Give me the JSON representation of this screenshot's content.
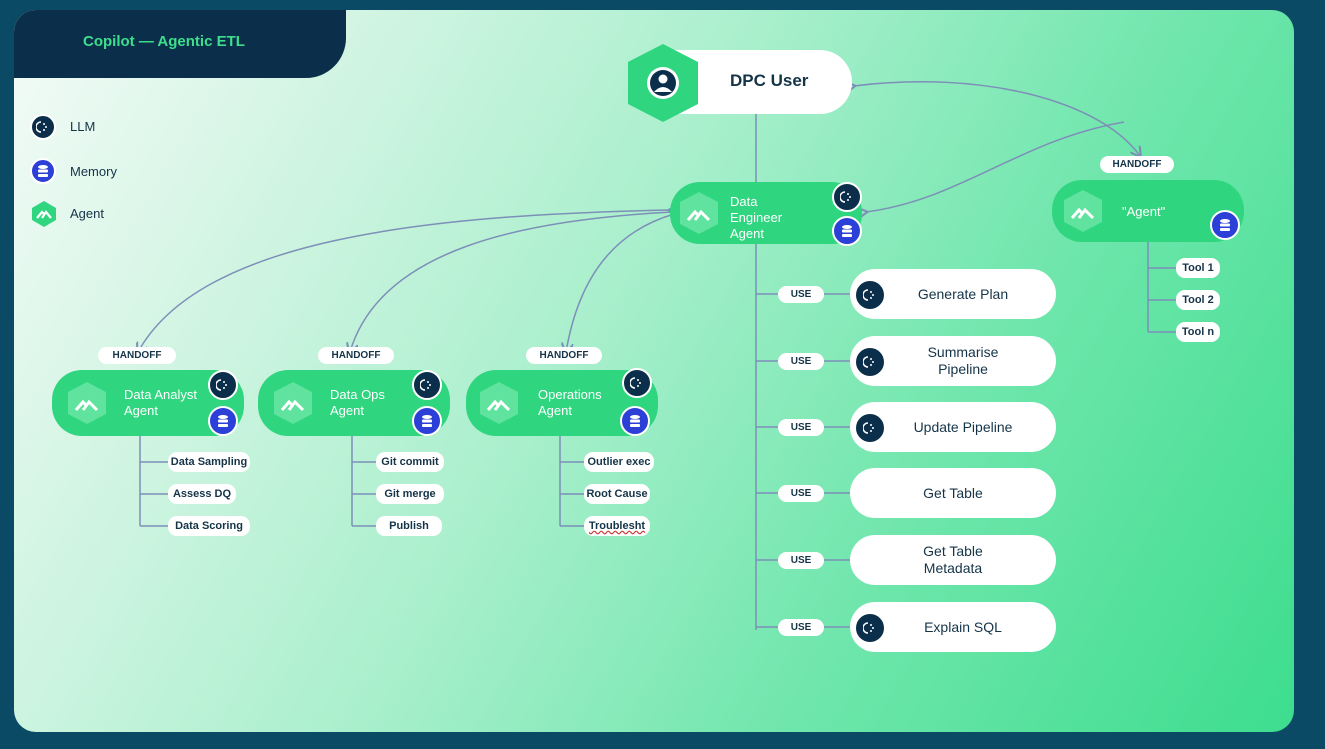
{
  "title": "Copilot — Agentic ETL",
  "legend": {
    "llm": "LLM",
    "memory": "Memory",
    "agent": "Agent"
  },
  "user": {
    "label": "DPC User"
  },
  "main_agent": {
    "label_lines": [
      "Data",
      "Engineer",
      "Agent"
    ]
  },
  "handoff_label": "HANDOFF",
  "use_label": "USE",
  "generic_agent": {
    "label": "\"Agent\"",
    "tools": [
      "Tool 1",
      "Tool 2",
      "Tool n"
    ]
  },
  "sub_agents": [
    {
      "label_lines": [
        "Data Analyst",
        "Agent"
      ],
      "tools": [
        "Data Sampling",
        "Assess DQ",
        "Data Scoring"
      ]
    },
    {
      "label_lines": [
        "Data Ops",
        "Agent"
      ],
      "tools": [
        "Git commit",
        "Git merge",
        "Publish"
      ]
    },
    {
      "label_lines": [
        "Operations",
        "Agent"
      ],
      "tools": [
        "Outlier exec",
        "Root Cause",
        "Troublesht"
      ]
    }
  ],
  "main_tools": [
    {
      "label_lines": [
        "Generate Plan"
      ],
      "has_llm": true
    },
    {
      "label_lines": [
        "Summarise",
        "Pipeline"
      ],
      "has_llm": true
    },
    {
      "label_lines": [
        "Update Pipeline"
      ],
      "has_llm": true
    },
    {
      "label_lines": [
        "Get Table"
      ],
      "has_llm": false
    },
    {
      "label_lines": [
        "Get Table",
        "Metadata"
      ],
      "has_llm": false
    },
    {
      "label_lines": [
        "Explain SQL"
      ],
      "has_llm": true
    }
  ]
}
